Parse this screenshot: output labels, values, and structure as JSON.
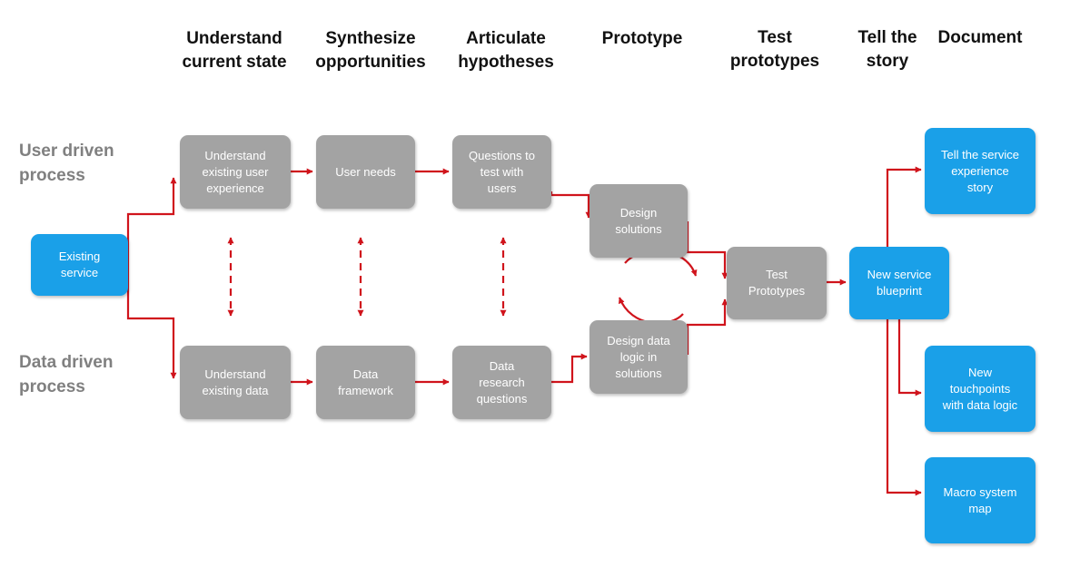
{
  "phases": [
    "Understand\ncurrent state",
    "Synthesize\nopportunities",
    "Articulate\nhypotheses",
    "Prototype",
    "Test\nprototypes",
    "Tell the\nstory",
    "Document"
  ],
  "lanes": {
    "user": "User driven\nprocess",
    "data": "Data driven\nprocess"
  },
  "nodes": {
    "existing_service": "Existing\nservice",
    "understand_user": "Understand\nexisting user\nexperience",
    "user_needs": "User needs",
    "questions": "Questions to\ntest with\nusers",
    "design_solutions": "Design\nsolutions",
    "understand_data": "Understand\nexisting data",
    "data_framework": "Data\nframework",
    "data_questions": "Data\nresearch\nquestions",
    "design_data_logic": "Design data\nlogic in\nsolutions",
    "test_prototypes": "Test\nPrototypes",
    "blueprint": "New service\nblueprint",
    "tell_story": "Tell the service\nexperience\nstory",
    "touchpoints": "New\ntouchpoints\nwith data logic",
    "macro_map": "Macro system\nmap"
  },
  "colors": {
    "process_box": "#a3a3a3",
    "output_box": "#1aa0e8",
    "arrow": "#d0141c",
    "lane_label": "#808080"
  }
}
